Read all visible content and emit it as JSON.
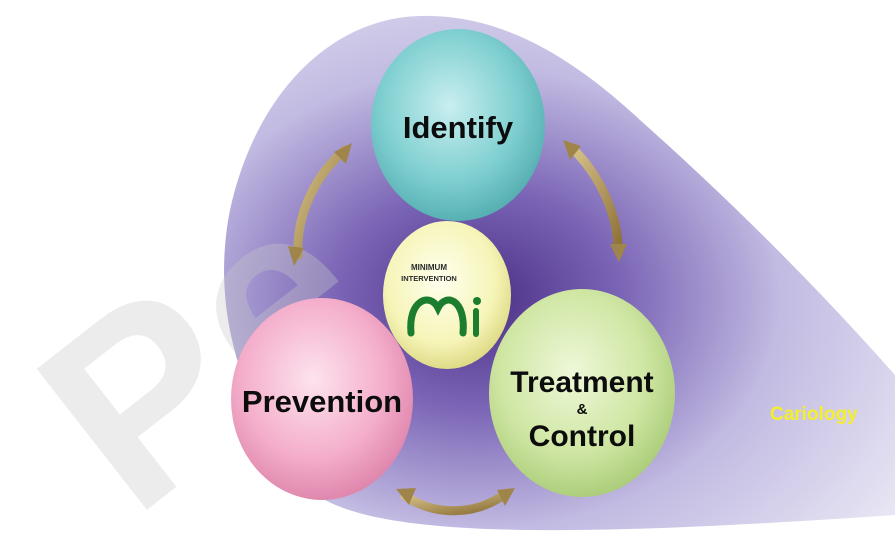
{
  "cycle": {
    "identify": "Identify",
    "prevention": "Prevention",
    "treatment_line1": "Treatment",
    "treatment_amp": "&",
    "treatment_line2": "Control"
  },
  "center": {
    "top": "MINIMUM",
    "bottom": "INTERVENTION",
    "logo": "Mi"
  },
  "side_label": "Cariology",
  "watermark": "Pe",
  "colors": {
    "cone": "#b7aed9",
    "identify": "#7fcfd0",
    "prevention": "#f4aecb",
    "treatment": "#cfe6a3",
    "center": "#f6f5b8",
    "arrows": "#b59a5a",
    "cariology": "#f3ef2a",
    "logo": "#1b7d2d"
  }
}
